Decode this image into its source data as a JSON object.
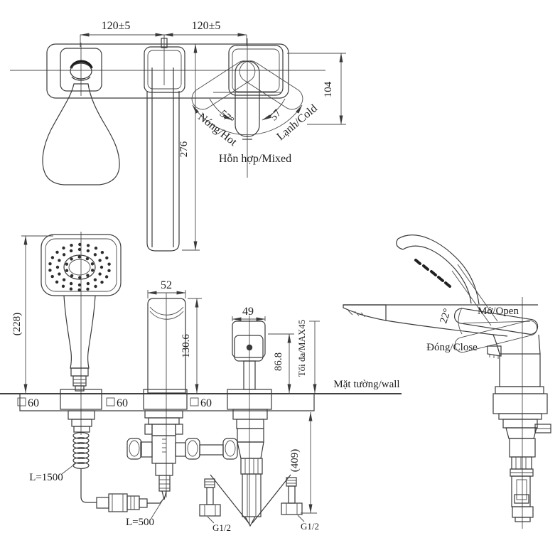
{
  "top_view": {
    "dim_left": "120±5",
    "dim_right": "120±5",
    "dim_height": "104",
    "dim_spout": "276",
    "angle_left": "57°",
    "angle_right": "57",
    "hot": "Nóng/Hot",
    "cold": "Lạnh/Cold",
    "mixed": "Hỗn hợp/Mixed"
  },
  "front_view": {
    "dim_shower": "(228)",
    "dim_spout_width": "52",
    "dim_spout_height": "130.6",
    "dim_handle_width": "49",
    "dim_handle_height": "86.8",
    "max_reach": "Tối đa/MAX45",
    "wall": "Mặt tường/wall",
    "esc_dims": [
      "60",
      "60",
      "60"
    ],
    "hose_long": "L=1500",
    "hose_short": "L=500",
    "below_wall": "(409)",
    "thread_left": "G1/2",
    "thread_right": "G1/2"
  },
  "side_view": {
    "angle": "22°",
    "open": "Mở/Open",
    "close": "Đóng/Close"
  }
}
